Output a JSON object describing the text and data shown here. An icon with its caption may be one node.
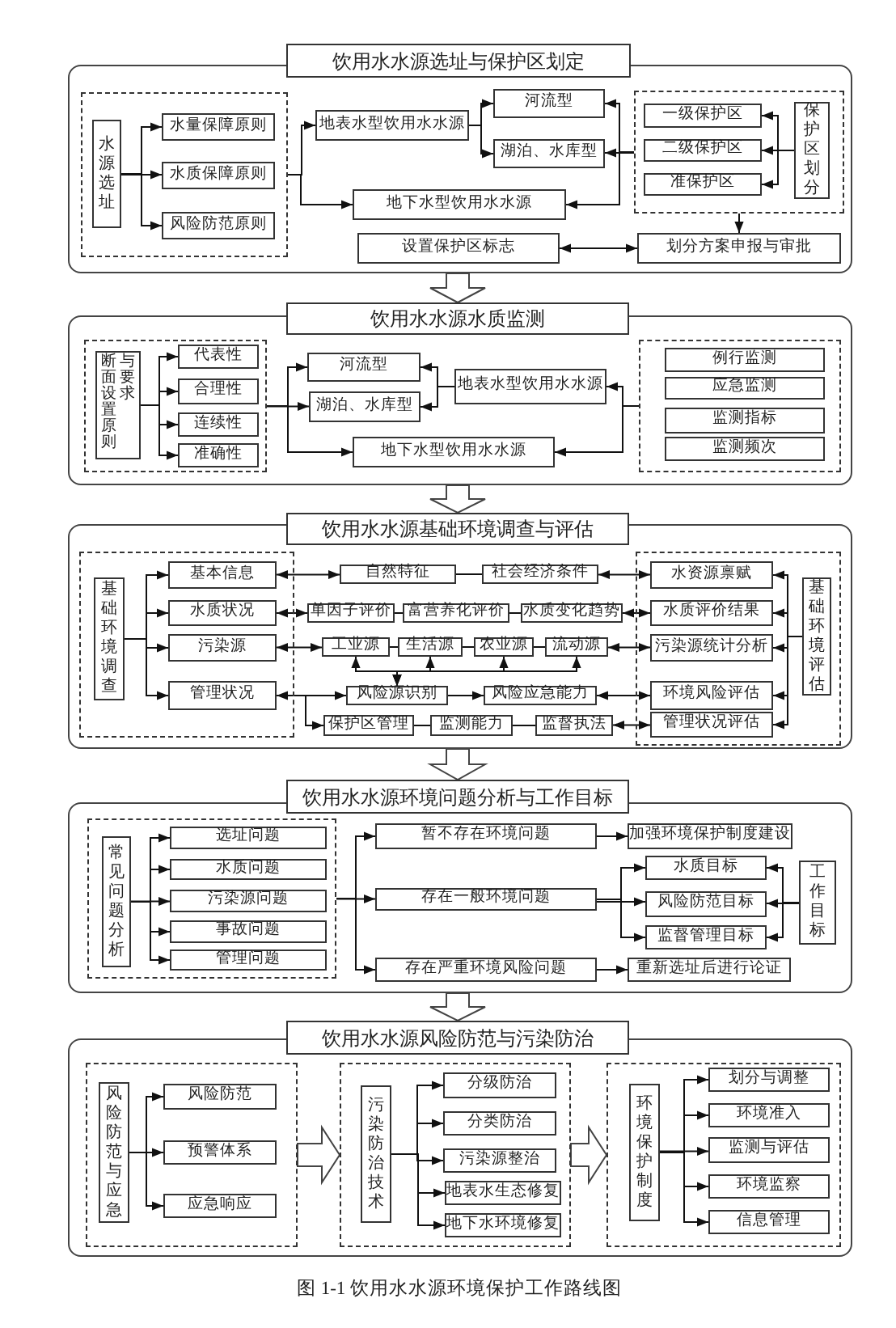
{
  "diagram": {
    "caption": "图 1-1 饮用水水源环境保护工作路线图",
    "nodes": [
      {
        "text": [
          "饮用水水源选址与保护区划定"
        ]
      },
      {
        "text": [],
        "shape": "box"
      },
      {
        "text": [],
        "shape": "box",
        "in": 1
      },
      {
        "text": [
          "水源选址"
        ],
        "in": 2
      },
      {
        "text": [
          "水量保障原则"
        ],
        "in": 2
      },
      {
        "text": [
          "水质保障原则"
        ],
        "in": 2
      },
      {
        "text": [
          "风险防范原则"
        ],
        "in": 2
      },
      {
        "text": [
          "地表水型饮用水水源"
        ],
        "in": 1
      },
      {
        "text": [
          "河流型"
        ],
        "in": 1
      },
      {
        "text": [
          "湖泊、水库型"
        ],
        "in": 1
      },
      {
        "text": [
          "地下水型饮用水水源"
        ],
        "in": 1
      },
      {
        "text": [],
        "shape": "box",
        "in": 1
      },
      {
        "text": [
          "一级保护区"
        ],
        "in": 11
      },
      {
        "text": [
          "二级保护区"
        ],
        "in": 11
      },
      {
        "text": [
          "准保护区"
        ],
        "in": 11
      },
      {
        "text": [
          "保护区划分"
        ],
        "in": 11
      },
      {
        "text": [
          "设置保护区标志"
        ],
        "in": 1
      },
      {
        "text": [
          "划分方案申报与审批"
        ],
        "in": 1
      },
      {
        "text": [
          "饮用水水源水质监测"
        ]
      },
      {
        "text": [],
        "shape": "box"
      },
      {
        "text": [],
        "shape": "box",
        "in": 19
      },
      {
        "text": [
          "断面设置原则与要求"
        ],
        "in": 20
      },
      {
        "text": [
          "代表性"
        ],
        "in": 20
      },
      {
        "text": [
          "合理性"
        ],
        "in": 20
      },
      {
        "text": [
          "连续性"
        ],
        "in": 20
      },
      {
        "text": [
          "准确性"
        ],
        "in": 20
      },
      {
        "text": [
          "河流型"
        ],
        "in": 19
      },
      {
        "text": [
          "湖泊、水库型"
        ],
        "in": 19
      },
      {
        "text": [
          "地表水型饮用水水源"
        ],
        "in": 19
      },
      {
        "text": [
          "地下水型饮用水水源"
        ],
        "in": 19
      },
      {
        "text": [],
        "shape": "box",
        "in": 19
      },
      {
        "text": [
          "例行监测"
        ],
        "in": 30
      },
      {
        "text": [
          "应急监测"
        ],
        "in": 30
      },
      {
        "text": [
          "监测指标"
        ],
        "in": 30
      },
      {
        "text": [
          "监测频次"
        ],
        "in": 30
      },
      {
        "text": [
          "饮用水水源基础环境调查与评估"
        ]
      },
      {
        "text": [],
        "shape": "box"
      },
      {
        "text": [],
        "shape": "box",
        "in": 36
      },
      {
        "text": [
          "基础环境调查"
        ],
        "in": 37
      },
      {
        "text": [
          "基本信息"
        ],
        "in": 37
      },
      {
        "text": [
          "水质状况"
        ],
        "in": 37
      },
      {
        "text": [
          "污染源"
        ],
        "in": 37
      },
      {
        "text": [
          "管理状况"
        ],
        "in": 37
      },
      {
        "text": [
          "自然特征"
        ],
        "in": 36
      },
      {
        "text": [
          "社会经济条件"
        ],
        "in": 36
      },
      {
        "text": [
          "单因子评价"
        ],
        "in": 36
      },
      {
        "text": [
          "富营养化评价"
        ],
        "in": 36
      },
      {
        "text": [
          "水质变化趋势"
        ],
        "in": 36
      },
      {
        "text": [
          "工业源"
        ],
        "in": 36
      },
      {
        "text": [
          "生活源"
        ],
        "in": 36
      },
      {
        "text": [
          "农业源"
        ],
        "in": 36
      },
      {
        "text": [
          "流动源"
        ],
        "in": 36
      },
      {
        "text": [
          "风险源识别"
        ],
        "in": 36
      },
      {
        "text": [
          "风险应急能力"
        ],
        "in": 36
      },
      {
        "text": [
          "保护区管理"
        ],
        "in": 36
      },
      {
        "text": [
          "监测能力"
        ],
        "in": 36
      },
      {
        "text": [
          "监督执法"
        ],
        "in": 36
      },
      {
        "text": [],
        "shape": "box",
        "in": 36
      },
      {
        "text": [
          "水资源禀赋"
        ],
        "in": 57
      },
      {
        "text": [
          "水质评价结果"
        ],
        "in": 57
      },
      {
        "text": [
          "污染源统计分析"
        ],
        "in": 57
      },
      {
        "text": [
          "环境风险评估"
        ],
        "in": 57
      },
      {
        "text": [
          "管理状况评估"
        ],
        "in": 57
      },
      {
        "text": [
          "基础环境评估"
        ],
        "in": 57
      },
      {
        "text": [
          "饮用水水源环境问题分析与工作目标"
        ]
      },
      {
        "text": [],
        "shape": "box"
      },
      {
        "text": [],
        "shape": "box",
        "in": 65
      },
      {
        "text": [
          "常见问题分析"
        ],
        "in": 66
      },
      {
        "text": [
          "选址问题"
        ],
        "in": 66
      },
      {
        "text": [
          "水质问题"
        ],
        "in": 66
      },
      {
        "text": [
          "污染源问题"
        ],
        "in": 66
      },
      {
        "text": [
          "事故问题"
        ],
        "in": 66
      },
      {
        "text": [
          "管理问题"
        ],
        "in": 66
      },
      {
        "text": [
          "暂不存在环境问题"
        ],
        "in": 65
      },
      {
        "text": [
          "存在一般环境问题"
        ],
        "in": 65
      },
      {
        "text": [
          "存在严重环境风险问题"
        ],
        "in": 65
      },
      {
        "text": [
          "加强环境保护制度建设"
        ],
        "in": 65
      },
      {
        "text": [
          "水质目标"
        ],
        "in": 65
      },
      {
        "text": [
          "风险防范目标"
        ],
        "in": 65
      },
      {
        "text": [
          "监督管理目标"
        ],
        "in": 65
      },
      {
        "text": [
          "工作目标"
        ],
        "in": 65
      },
      {
        "text": [
          "重新选址后进行论证"
        ],
        "in": 65
      },
      {
        "text": [
          "饮用水水源风险防范与污染防治"
        ]
      },
      {
        "text": [],
        "shape": "box"
      },
      {
        "text": [],
        "shape": "box",
        "in": 83
      },
      {
        "text": [
          "风险防范与应急"
        ],
        "in": 84
      },
      {
        "text": [
          "风险防范"
        ],
        "in": 84
      },
      {
        "text": [
          "预警体系"
        ],
        "in": 84
      },
      {
        "text": [
          "应急响应"
        ],
        "in": 84
      },
      {
        "text": [],
        "shape": "box",
        "in": 83
      },
      {
        "text": [
          "污染防治技术"
        ],
        "in": 89
      },
      {
        "text": [
          "分级防治"
        ],
        "in": 89
      },
      {
        "text": [
          "分类防治"
        ],
        "in": 89
      },
      {
        "text": [
          "污染源整治"
        ],
        "in": 89
      },
      {
        "text": [
          "地表水生态修复"
        ],
        "in": 89
      },
      {
        "text": [
          "地下水环境修复"
        ],
        "in": 89
      },
      {
        "text": [],
        "shape": "box",
        "in": 83
      },
      {
        "text": [
          "环境保护制度"
        ],
        "in": 96
      },
      {
        "text": [
          "划分与调整"
        ],
        "in": 96
      },
      {
        "text": [
          "环境准入"
        ],
        "in": 96
      },
      {
        "text": [
          "监测与评估"
        ],
        "in": 96
      },
      {
        "text": [
          "环境监察"
        ],
        "in": 96
      },
      {
        "text": [
          "信息管理"
        ],
        "in": 96
      }
    ],
    "edges": [
      {
        "from": 3,
        "to": 4,
        "arrow": "to"
      },
      {
        "from": 3,
        "to": 5,
        "arrow": "to"
      },
      {
        "from": 3,
        "to": 6,
        "arrow": "to"
      },
      {
        "from": 2,
        "to": 7,
        "arrow": "to"
      },
      {
        "from": 2,
        "to": 10,
        "arrow": "to"
      },
      {
        "from": 7,
        "to": 8,
        "arrow": "to"
      },
      {
        "from": 7,
        "to": 9,
        "arrow": "to"
      },
      {
        "from": 11,
        "to": 8,
        "arrow": "to"
      },
      {
        "from": 11,
        "to": 9,
        "arrow": "to"
      },
      {
        "from": 11,
        "to": 10,
        "arrow": "to"
      },
      {
        "from": 15,
        "to": 12,
        "arrow": "to"
      },
      {
        "from": 15,
        "to": 13,
        "arrow": "to"
      },
      {
        "from": 15,
        "to": 14,
        "arrow": "to"
      },
      {
        "from": 11,
        "to": 17,
        "arrow": "to"
      },
      {
        "from": 16,
        "to": 17,
        "arrow": "both"
      },
      {
        "from": 1,
        "to": 18,
        "arrow": "to",
        "style": "thick"
      },
      {
        "from": 21,
        "to": 22,
        "arrow": "to"
      },
      {
        "from": 21,
        "to": 23,
        "arrow": "to"
      },
      {
        "from": 21,
        "to": 24,
        "arrow": "to"
      },
      {
        "from": 21,
        "to": 25,
        "arrow": "to"
      },
      {
        "from": 20,
        "to": 26,
        "arrow": "to"
      },
      {
        "from": 20,
        "to": 27,
        "arrow": "to"
      },
      {
        "from": 20,
        "to": 29,
        "arrow": "to"
      },
      {
        "from": 28,
        "to": 26,
        "arrow": "to"
      },
      {
        "from": 28,
        "to": 27,
        "arrow": "to"
      },
      {
        "from": 30,
        "to": 28,
        "arrow": "to"
      },
      {
        "from": 30,
        "to": 29,
        "arrow": "to"
      },
      {
        "from": 19,
        "to": 35,
        "arrow": "to",
        "style": "thick"
      },
      {
        "from": 38,
        "to": 39,
        "arrow": "to"
      },
      {
        "from": 38,
        "to": 40,
        "arrow": "to"
      },
      {
        "from": 38,
        "to": 41,
        "arrow": "to"
      },
      {
        "from": 38,
        "to": 42,
        "arrow": "to"
      },
      {
        "from": 39,
        "to": 43,
        "arrow": "both"
      },
      {
        "from": 43,
        "to": 44,
        "arrow": "none"
      },
      {
        "from": 44,
        "to": 58,
        "arrow": "both"
      },
      {
        "from": 40,
        "to": 45,
        "arrow": "both"
      },
      {
        "from": 45,
        "to": 46,
        "arrow": "none"
      },
      {
        "from": 46,
        "to": 47,
        "arrow": "none"
      },
      {
        "from": 47,
        "to": 59,
        "arrow": "both"
      },
      {
        "from": 41,
        "to": 48,
        "arrow": "both"
      },
      {
        "from": 48,
        "to": 49,
        "arrow": "none"
      },
      {
        "from": 49,
        "to": 50,
        "arrow": "none"
      },
      {
        "from": 50,
        "to": 51,
        "arrow": "none"
      },
      {
        "from": 51,
        "to": 60,
        "arrow": "both"
      },
      {
        "from": 52,
        "to": 48,
        "arrow": "both"
      },
      {
        "from": 52,
        "to": 49,
        "arrow": "both"
      },
      {
        "from": 52,
        "to": 50,
        "arrow": "both"
      },
      {
        "from": 52,
        "to": 51,
        "arrow": "both"
      },
      {
        "from": 42,
        "to": 52,
        "arrow": "both"
      },
      {
        "from": 52,
        "to": 53,
        "arrow": "to"
      },
      {
        "from": 53,
        "to": 61,
        "arrow": "both"
      },
      {
        "from": 42,
        "to": 54,
        "arrow": "to"
      },
      {
        "from": 54,
        "to": 55,
        "arrow": "none"
      },
      {
        "from": 55,
        "to": 56,
        "arrow": "none"
      },
      {
        "from": 56,
        "to": 62,
        "arrow": "both"
      },
      {
        "from": 63,
        "to": 58,
        "arrow": "to"
      },
      {
        "from": 63,
        "to": 59,
        "arrow": "to"
      },
      {
        "from": 63,
        "to": 60,
        "arrow": "to"
      },
      {
        "from": 63,
        "to": 61,
        "arrow": "to"
      },
      {
        "from": 63,
        "to": 62,
        "arrow": "to"
      },
      {
        "from": 36,
        "to": 64,
        "arrow": "to",
        "style": "thick"
      },
      {
        "from": 67,
        "to": 68,
        "arrow": "to"
      },
      {
        "from": 67,
        "to": 69,
        "arrow": "to"
      },
      {
        "from": 67,
        "to": 70,
        "arrow": "to"
      },
      {
        "from": 67,
        "to": 71,
        "arrow": "to"
      },
      {
        "from": 67,
        "to": 72,
        "arrow": "to"
      },
      {
        "from": 66,
        "to": 73,
        "arrow": "to"
      },
      {
        "from": 66,
        "to": 74,
        "arrow": "to"
      },
      {
        "from": 66,
        "to": 75,
        "arrow": "to"
      },
      {
        "from": 73,
        "to": 76,
        "arrow": "to"
      },
      {
        "from": 74,
        "to": 77,
        "arrow": "to"
      },
      {
        "from": 74,
        "to": 78,
        "arrow": "to"
      },
      {
        "from": 74,
        "to": 79,
        "arrow": "to"
      },
      {
        "from": 80,
        "to": 77,
        "arrow": "to"
      },
      {
        "from": 80,
        "to": 78,
        "arrow": "to"
      },
      {
        "from": 80,
        "to": 79,
        "arrow": "to"
      },
      {
        "from": 75,
        "to": 81,
        "arrow": "to"
      },
      {
        "from": 65,
        "to": 82,
        "arrow": "to",
        "style": "thick"
      },
      {
        "from": 85,
        "to": 86,
        "arrow": "to"
      },
      {
        "from": 85,
        "to": 87,
        "arrow": "to"
      },
      {
        "from": 85,
        "to": 88,
        "arrow": "to"
      },
      {
        "from": 90,
        "to": 91,
        "arrow": "to"
      },
      {
        "from": 90,
        "to": 92,
        "arrow": "to"
      },
      {
        "from": 90,
        "to": 93,
        "arrow": "to"
      },
      {
        "from": 90,
        "to": 94,
        "arrow": "to"
      },
      {
        "from": 90,
        "to": 95,
        "arrow": "to"
      },
      {
        "from": 97,
        "to": 98,
        "arrow": "to"
      },
      {
        "from": 97,
        "to": 99,
        "arrow": "to"
      },
      {
        "from": 97,
        "to": 100,
        "arrow": "to"
      },
      {
        "from": 97,
        "to": 101,
        "arrow": "to"
      },
      {
        "from": 97,
        "to": 102,
        "arrow": "to"
      },
      {
        "from": 84,
        "to": 89,
        "arrow": "to",
        "style": "thick"
      },
      {
        "from": 89,
        "to": 96,
        "arrow": "to",
        "style": "thick"
      }
    ]
  }
}
